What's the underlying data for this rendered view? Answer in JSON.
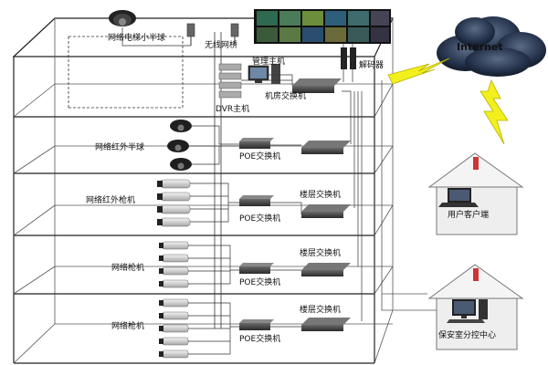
{
  "labels": {
    "elevator_dome": "网络电梯小半球",
    "wireless_bridge": "无线网桥",
    "mgmt_host": "管理主机",
    "dvr_host": "DVR主机",
    "room_switch": "机房交换机",
    "decoder": "解码器",
    "ir_dome": "网络红外半球",
    "ir_bullet": "网络红外枪机",
    "bullet_1": "网络枪机",
    "bullet_2": "网络枪机",
    "poe_1": "POE交换机",
    "poe_2": "POE交换机",
    "poe_3": "POE交换机",
    "poe_4": "POE交换机",
    "floor_switch_1": "楼层交换机",
    "floor_switch_2": "楼层交换机",
    "floor_switch_3": "楼层交换机",
    "internet": "Internet",
    "user_client": "用户客户端",
    "security_center": "保安室分控中心"
  },
  "colors": {
    "lightning": "#f2ef1d",
    "cloud_dark": "#24324a",
    "house_wall": "#eeeeee",
    "roof": "#f4f4f4",
    "device_dark": "#333333"
  }
}
